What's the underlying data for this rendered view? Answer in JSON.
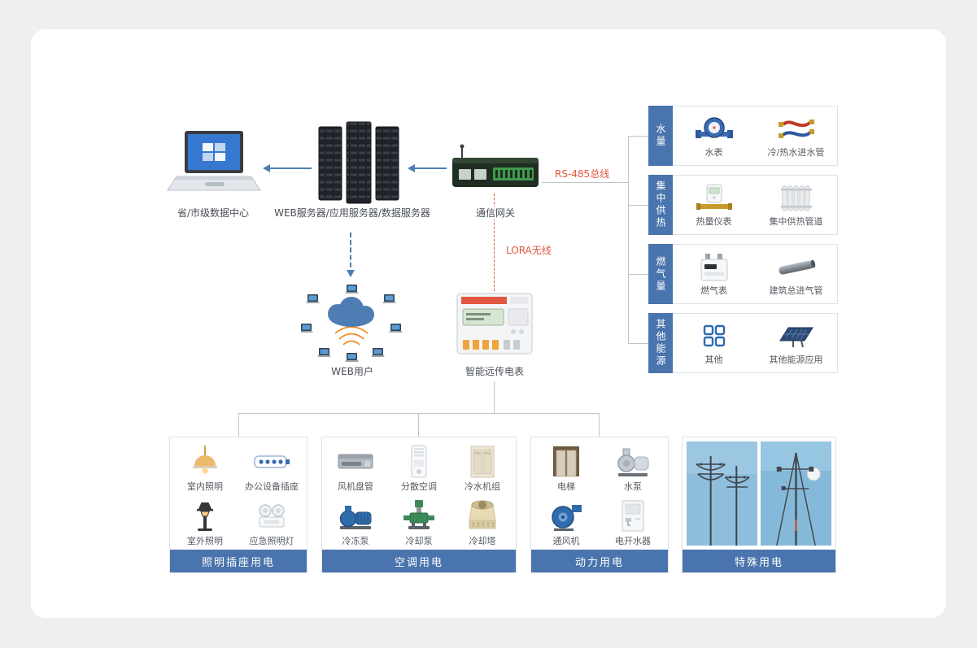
{
  "nodes": {
    "datacenter": "省/市级数据中心",
    "servers": "WEB服务器/应用服务器/数据服务器",
    "gateway": "通信网关",
    "web_users": "WEB用户",
    "smart_meter": "智能远传电表"
  },
  "links": {
    "rs485": "RS-485总线",
    "lora": "LORA无线"
  },
  "right_panels": [
    {
      "tab": "水量",
      "items": [
        {
          "label": "水表"
        },
        {
          "label": "冷/热水进水管"
        }
      ]
    },
    {
      "tab": "集中供热",
      "items": [
        {
          "label": "热量仪表"
        },
        {
          "label": "集中供热管道"
        }
      ]
    },
    {
      "tab": "燃气量",
      "items": [
        {
          "label": "燃气表"
        },
        {
          "label": "建筑总进气管"
        }
      ]
    },
    {
      "tab": "其他能源",
      "items": [
        {
          "label": "其他"
        },
        {
          "label": "其他能源应用"
        }
      ]
    }
  ],
  "bottom_groups": [
    {
      "footer": "照明插座用电",
      "items": [
        {
          "label": "室内照明"
        },
        {
          "label": "办公设备插座"
        },
        {
          "label": "室外照明"
        },
        {
          "label": "应急照明灯"
        }
      ]
    },
    {
      "footer": "空调用电",
      "items": [
        {
          "label": "风机盘管"
        },
        {
          "label": "分散空调"
        },
        {
          "label": "冷水机组"
        },
        {
          "label": "冷冻泵"
        },
        {
          "label": "冷却泵"
        },
        {
          "label": "冷却塔"
        }
      ]
    },
    {
      "footer": "动力用电",
      "items": [
        {
          "label": "电梯"
        },
        {
          "label": "水泵"
        },
        {
          "label": "通风机"
        },
        {
          "label": "电开水器"
        }
      ]
    },
    {
      "footer": "特殊用电",
      "items": []
    }
  ],
  "colors": {
    "accent": "#4a74ad",
    "bus_label": "#e2573f"
  }
}
